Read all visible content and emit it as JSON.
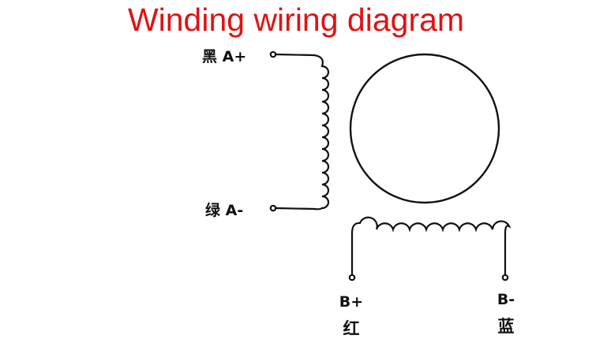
{
  "title": "Winding wiring diagram",
  "colors": {
    "title": "#e01212",
    "lines": "#111111",
    "background": "#ffffff"
  },
  "winding_a": {
    "start_label": "黑 A+",
    "end_label": "绿 A-"
  },
  "winding_b": {
    "start_code": "B+",
    "start_color": "红",
    "end_code": "B-",
    "end_color": "蓝"
  }
}
